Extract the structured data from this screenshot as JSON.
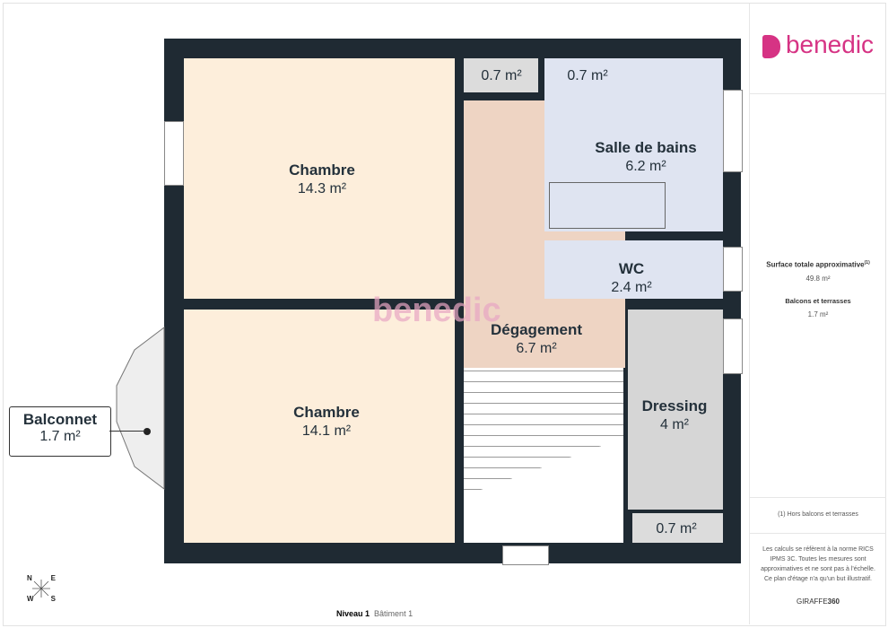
{
  "brand": {
    "name": "benedic",
    "color": "#d63384"
  },
  "rooms": [
    {
      "name": "Chambre",
      "area": "14.3 m²"
    },
    {
      "name": "Chambre",
      "area": "14.1 m²"
    },
    {
      "name": "Dégagement",
      "area": "6.7 m²"
    },
    {
      "name": "Salle de bains",
      "area": "6.2 m²"
    },
    {
      "name": "WC",
      "area": "2.4 m²"
    },
    {
      "name": "Dressing",
      "area": "4 m²"
    },
    {
      "name": "",
      "area": "0.7 m²"
    },
    {
      "name": "",
      "area": "0.7 m²"
    },
    {
      "name": "",
      "area": "0.7 m²"
    },
    {
      "name": "Balconnet",
      "area": "1.7 m²"
    }
  ],
  "summary": {
    "total_label": "Surface totale approximative",
    "total_sup": "(1)",
    "total_value": "49.8 m²",
    "balcony_label": "Balcons et terrasses",
    "balcony_value": "1.7 m²",
    "footnote": "(1) Hors balcons et terrasses",
    "disclaimer": "Les calculs se réfèrent à la norme RICS IPMS 3C. Toutes les mesures sont approximatives et ne sont pas à l'échelle. Ce plan d'étage n'a qu'un but illustratif.",
    "credit_a": "GIRAFFE",
    "credit_b": "360"
  },
  "footer": {
    "level": "Niveau 1",
    "building": "Bâtiment 1"
  },
  "compass": {
    "n": "N",
    "e": "E",
    "w": "W",
    "s": "S"
  },
  "colors": {
    "bedroom": "#fdeedb",
    "hall": "#eed4c3",
    "bath": "#dfe4f1",
    "storage": "#dcdcdc",
    "wall": "#1f2a33"
  }
}
